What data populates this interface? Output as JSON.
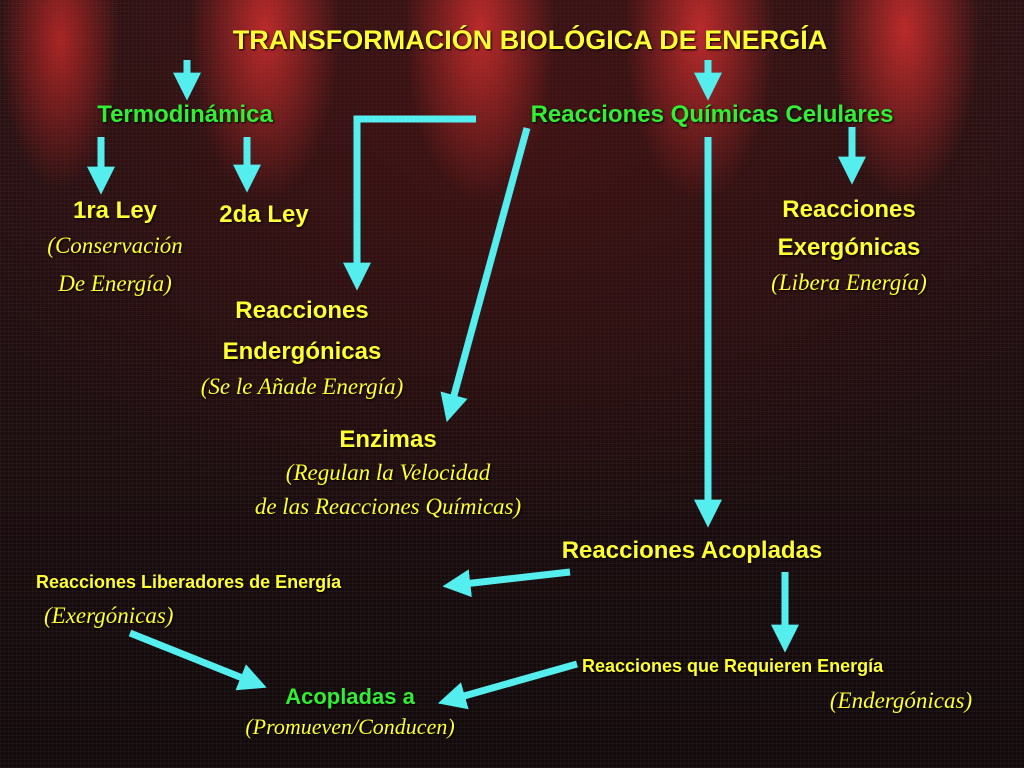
{
  "title": "TRANSFORMACIÓN BIOLÓGICA DE ENERGÍA",
  "termodinamica": "Termodinámica",
  "reacciones_quimicas": "Reacciones Químicas Celulares",
  "primera_ley": "1ra Ley",
  "primera_ley_sub1": "(Conservación",
  "primera_ley_sub2": "De Energía)",
  "segunda_ley": "2da Ley",
  "exergonicas_1": "Reacciones",
  "exergonicas_2": "Exergónicas",
  "exergonicas_sub": "(Libera Energía)",
  "endergonicas_1": "Reacciones",
  "endergonicas_2": "Endergónicas",
  "endergonicas_sub": "(Se le Añade Energía)",
  "enzimas": "Enzimas",
  "enzimas_sub1": "(Regulan la Velocidad",
  "enzimas_sub2": "de las Reacciones Químicas)",
  "acopladas": "Reacciones Acopladas",
  "liberadoras": "Reacciones Liberadores de Energía",
  "liberadoras_sub": "(Exergónicas)",
  "requieren": "Reacciones que Requieren Energía",
  "requieren_sub": "(Endergónicas)",
  "acopladas_a": "Acopladas a",
  "acopladas_a_sub": "(Promueven/Conducen)",
  "colors": {
    "title": "#ffff33",
    "green": "#33ee33",
    "arrow": "#55eeee",
    "background": "#1a0f10"
  }
}
